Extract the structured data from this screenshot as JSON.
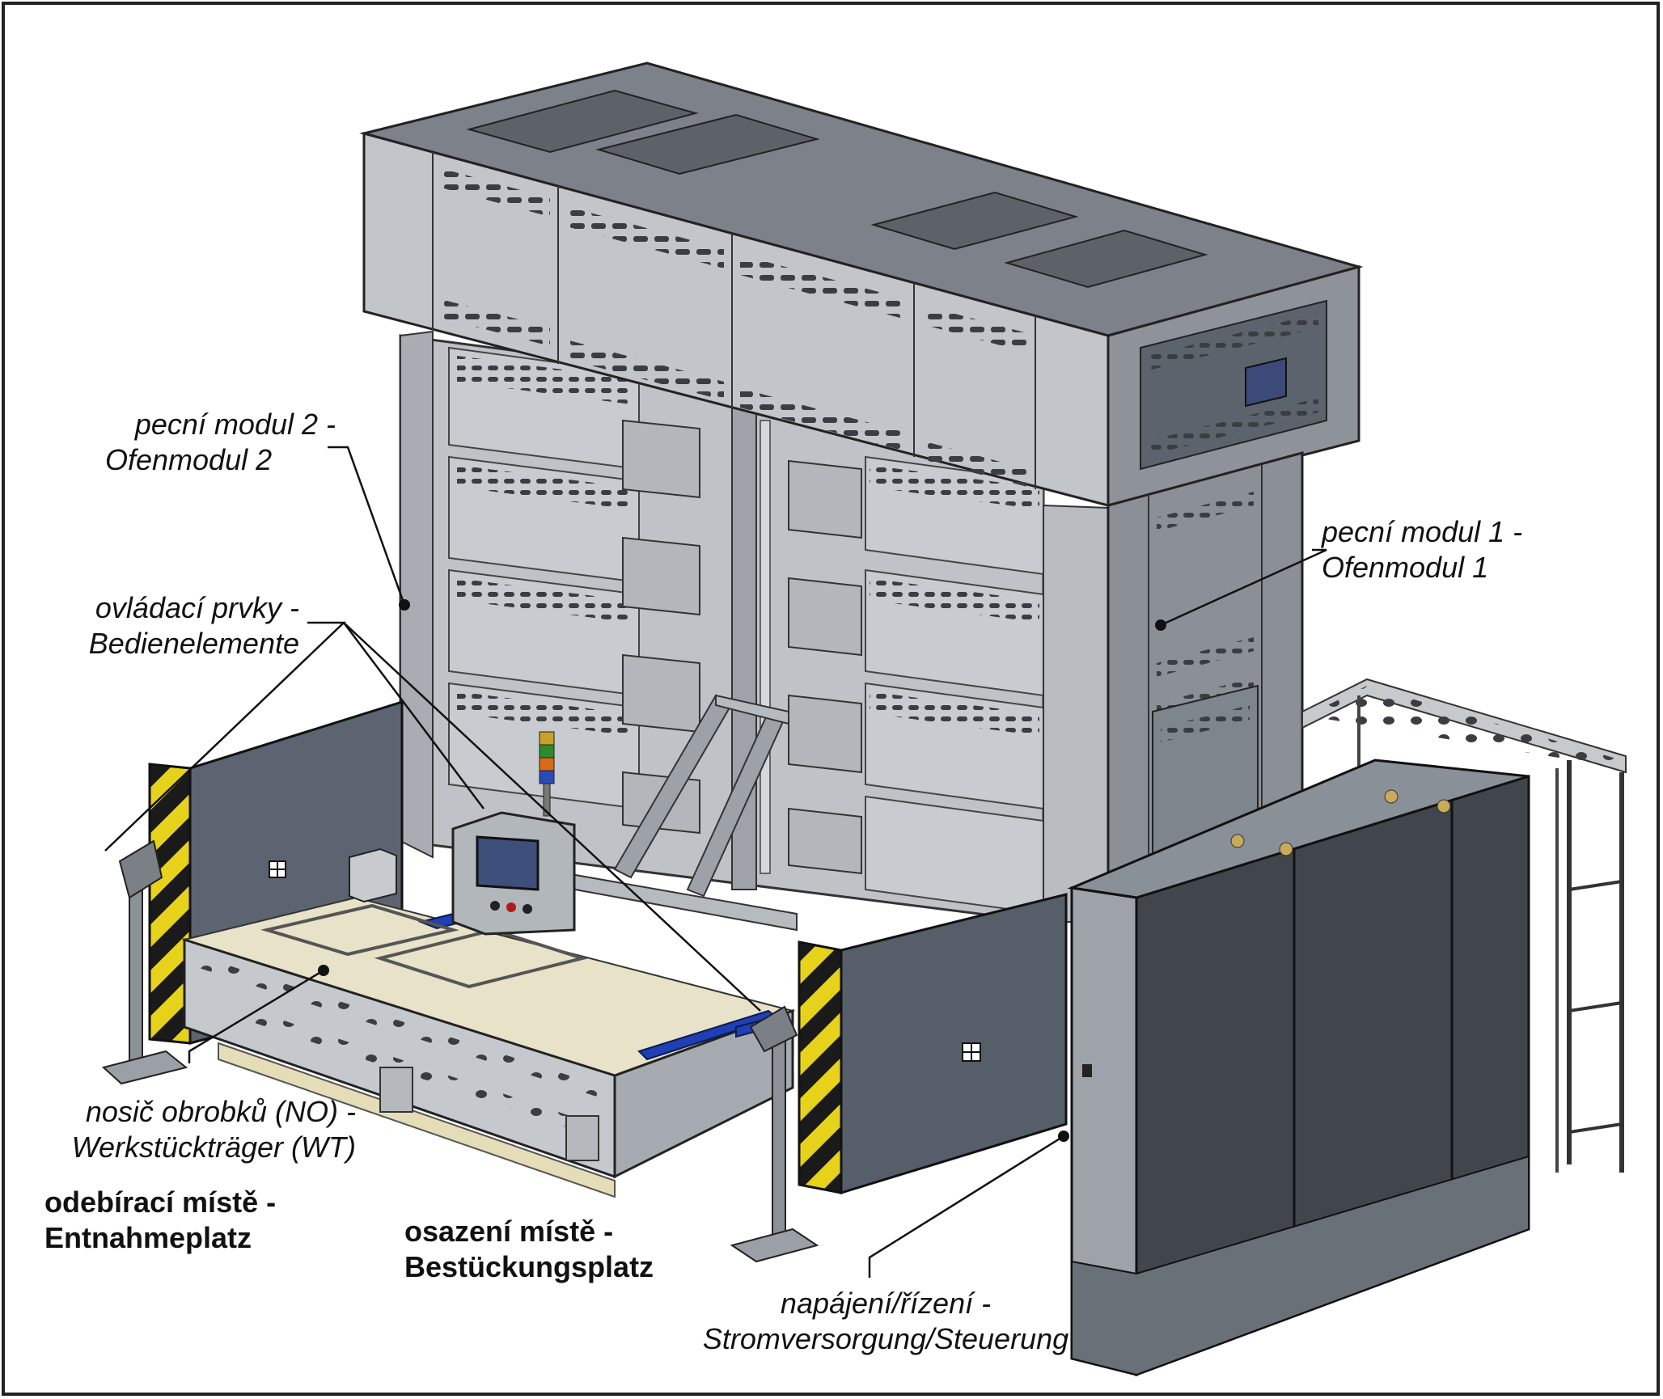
{
  "labels": {
    "oven_module_2": {
      "line1": "pecní modul 2 -",
      "line2": "Ofenmodul 2"
    },
    "oven_module_1": {
      "line1": "pecní modul 1 -",
      "line2": "Ofenmodul 1"
    },
    "controls": {
      "line1": "ovládací prvky -",
      "line2": "Bedienelemente"
    },
    "workpiece_carrier": {
      "line1": "nosič obrobků (NO) -",
      "line2": "Werkstückträger (WT)"
    },
    "removal_place": {
      "line1": "odebírací místě -",
      "line2": "Entnahmeplatz"
    },
    "loading_place": {
      "line1": "osazení místě -",
      "line2": "Bestückungsplatz"
    },
    "power_control": {
      "line1": "napájení/řízení -",
      "line2": "Stromversorgung/Steuerung"
    }
  },
  "colors": {
    "frame": "#222222",
    "panel_light": "#c9ccd0",
    "panel_mid": "#aeb2b7",
    "panel_dark": "#5b6470",
    "cabinet": "#4a4f56",
    "hazard_yellow": "#e6d21a",
    "conveyor_blue": "#1f3fb4"
  }
}
